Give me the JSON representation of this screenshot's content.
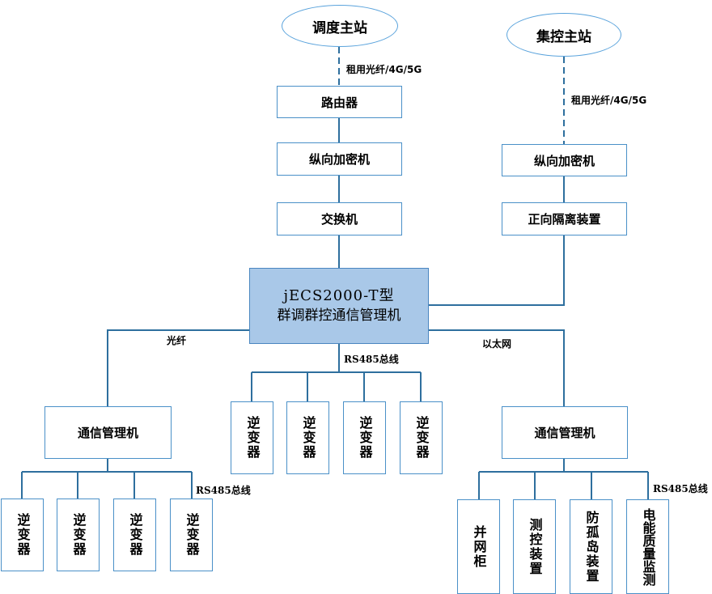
{
  "diagram": {
    "stations": {
      "dispatch": "调度主站",
      "cluster_control": "集控主站"
    },
    "links": {
      "dispatch_link": "租用光纤/4G/5G",
      "cluster_link": "租用光纤/4G/5G",
      "fiber": "光纤",
      "ethernet": "以太网",
      "rs485_center": "RS485总线",
      "rs485_left": "RS485总线",
      "rs485_right": "RS485总线"
    },
    "left_chain": {
      "router": "路由器",
      "encryptor": "纵向加密机",
      "switch": "交换机"
    },
    "right_chain": {
      "encryptor": "纵向加密机",
      "isolator": "正向隔离装置"
    },
    "core": {
      "model": "jECS2000-T型",
      "name": "群调群控通信管理机"
    },
    "center_devices": [
      "逆变器",
      "逆变器",
      "逆变器",
      "逆变器"
    ],
    "left_branch": {
      "manager": "通信管理机",
      "devices": [
        "逆变器",
        "逆变器",
        "逆变器",
        "逆变器"
      ]
    },
    "right_branch": {
      "manager": "通信管理机",
      "devices": [
        "并网柜",
        "测控装置",
        "防孤岛装置",
        "电能质量监测"
      ]
    },
    "colors": {
      "line": "#2e6f9e",
      "box_border": "#4a90c8",
      "core_fill": "#a9c8e8"
    }
  }
}
